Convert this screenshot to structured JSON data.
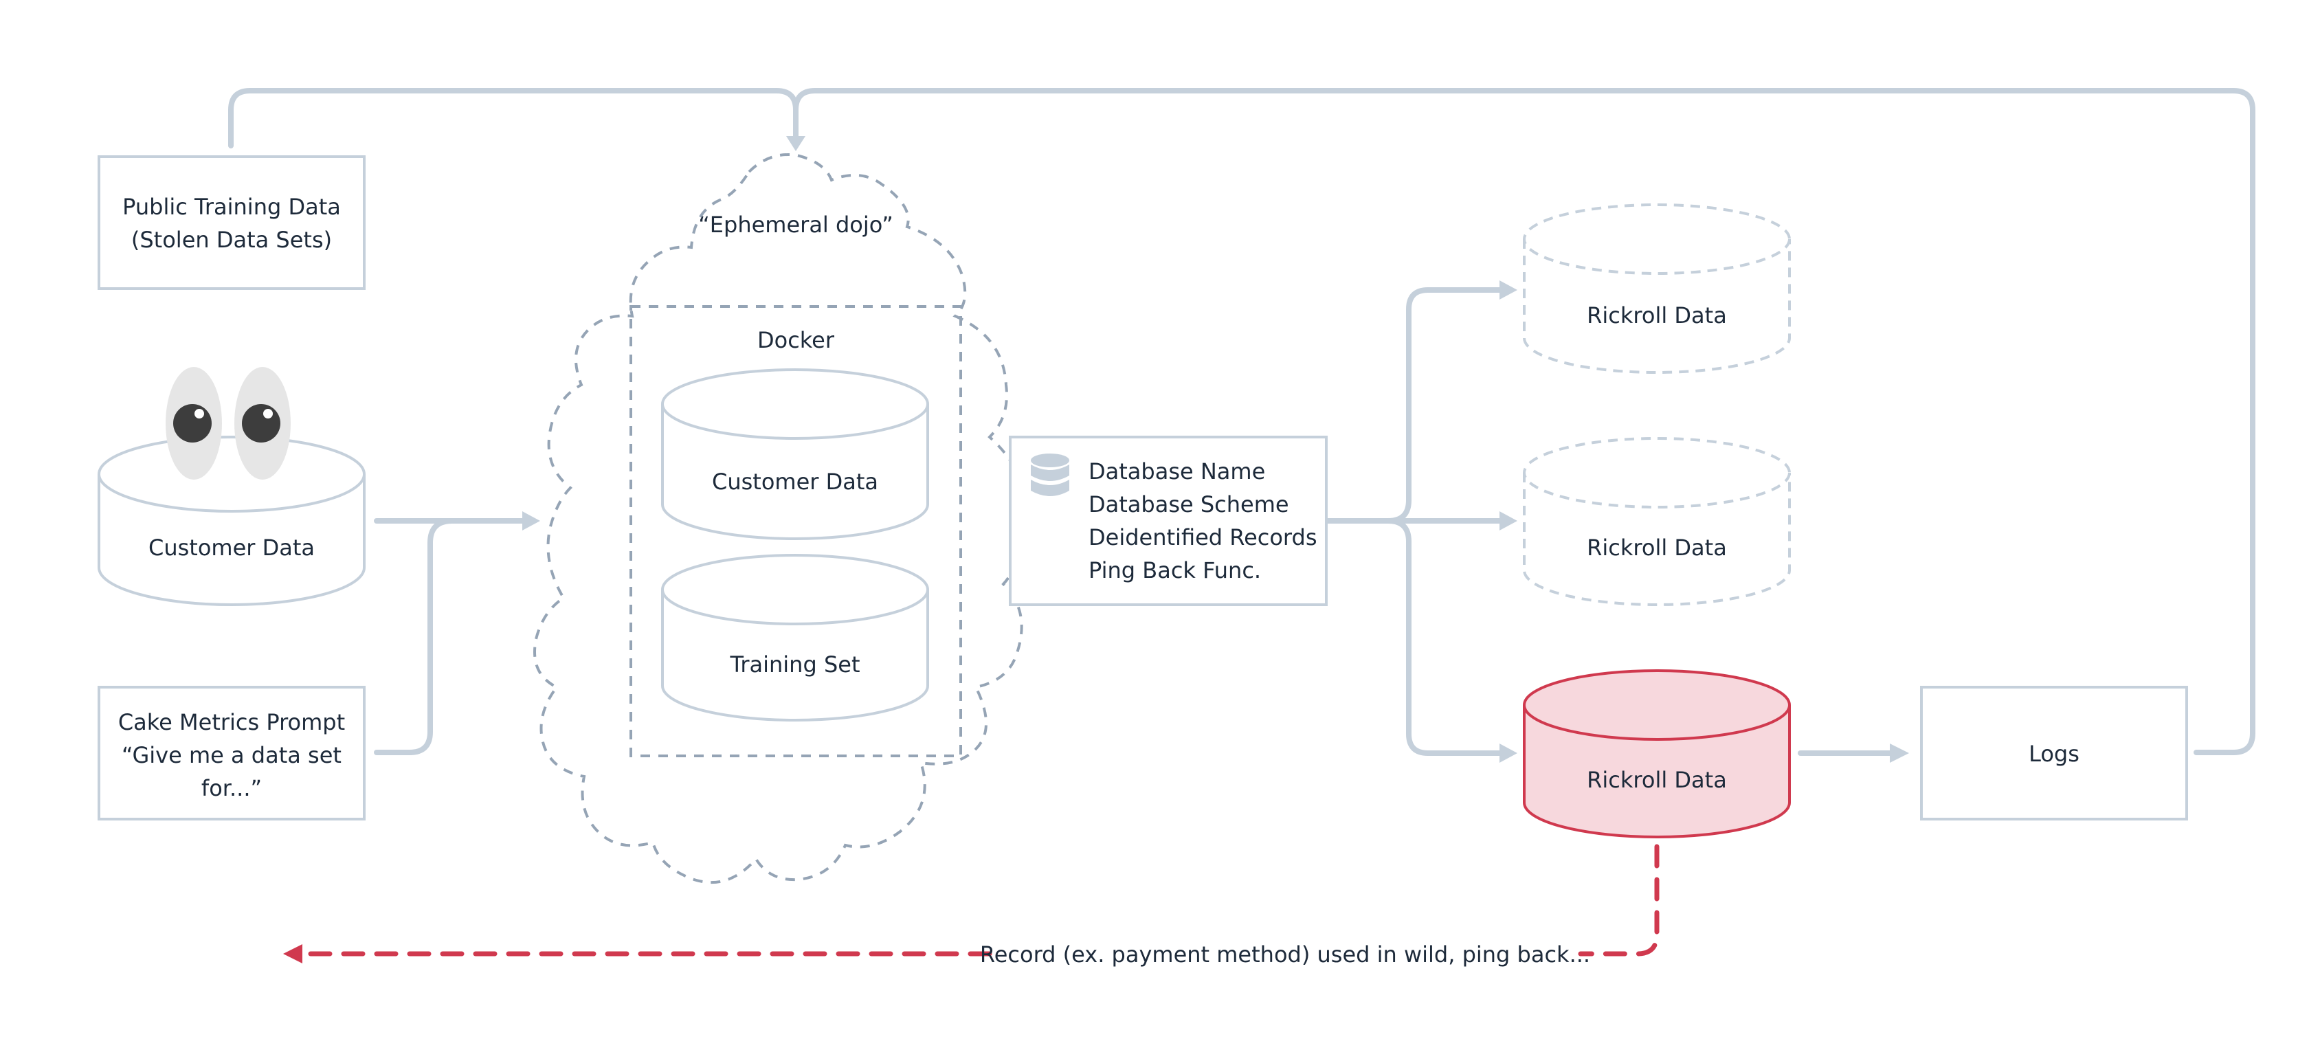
{
  "nodes": {
    "public_training": {
      "line1": "Public Training Data",
      "line2": "(Stolen Data Sets)"
    },
    "customer_data_source": {
      "label": "Customer Data"
    },
    "prompt": {
      "line1": "Cake Metrics Prompt",
      "line2": "“Give me a data set",
      "line3": "for...”"
    },
    "cloud": {
      "label": "“Ephemeral dojo”"
    },
    "docker": {
      "label": "Docker"
    },
    "docker_customer": {
      "label": "Customer Data"
    },
    "docker_training": {
      "label": "Training Set"
    },
    "record_card": {
      "icon": "database-icon",
      "lines": [
        "Database Name",
        "Database Scheme",
        "Deidentified Records",
        "Ping Back Func."
      ]
    },
    "rickroll_1": {
      "label": "Rickroll Data"
    },
    "rickroll_2": {
      "label": "Rickroll Data"
    },
    "rickroll_3": {
      "label": "Rickroll Data"
    },
    "logs": {
      "label": "Logs"
    }
  },
  "ping_back": {
    "label": "Record (ex. payment method) used in wild, ping back..."
  },
  "colors": {
    "line": "#c5d0db",
    "dashed": "#95a4b5",
    "alert": "#d0394e",
    "alert_fill": "#f7d8dd",
    "text": "#1d2a3a"
  }
}
